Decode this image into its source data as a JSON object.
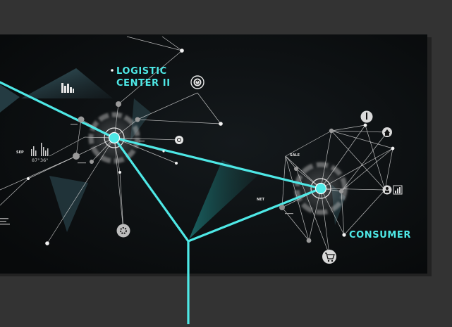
{
  "labels": {
    "logistic_line1": "LOGISTIC",
    "logistic_line2": "CENTER II",
    "consumer": "CONSUMER"
  },
  "mini": {
    "temp_a": "87°",
    "temp_b": "36°",
    "badge_left": "SEP",
    "badge_consumer": "SALE",
    "badge_mid": "NET"
  },
  "colors": {
    "accent": "#4ee8e6",
    "panel": "#0b0e10",
    "frame": "#333333",
    "node": "#f2f2f2"
  },
  "icons": [
    "bar-chart-icon",
    "power-icon",
    "info-icon",
    "home-icon",
    "person-icon",
    "cart-icon",
    "gear-icon",
    "refresh-icon"
  ]
}
